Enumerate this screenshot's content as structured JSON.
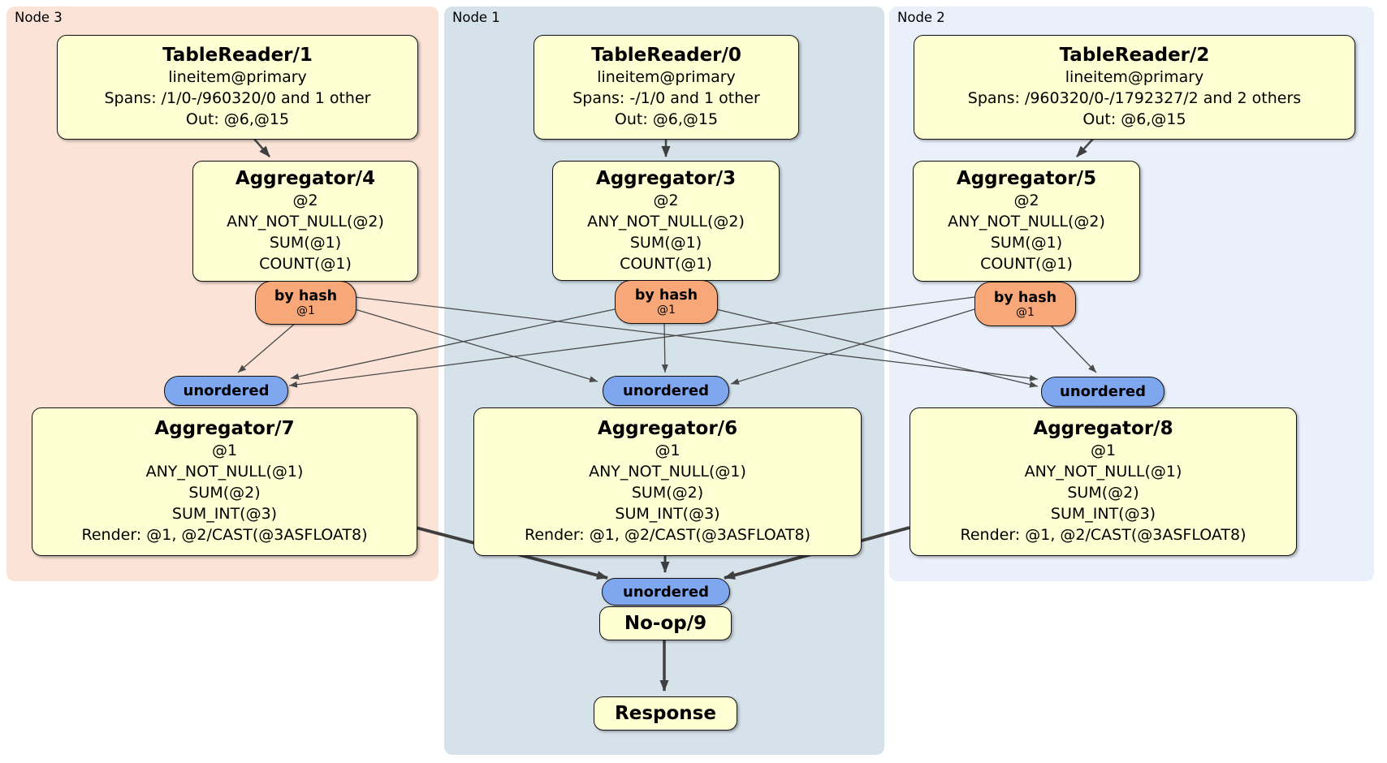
{
  "regions": {
    "node3": {
      "label": "Node 3"
    },
    "node1": {
      "label": "Node 1"
    },
    "node2": {
      "label": "Node 2"
    }
  },
  "processors": {
    "tr1": {
      "title": "TableReader/1",
      "lines": [
        "lineitem@primary",
        "Spans: /1/0-/960320/0 and 1 other",
        "Out: @6,@15"
      ]
    },
    "tr0": {
      "title": "TableReader/0",
      "lines": [
        "lineitem@primary",
        "Spans: -/1/0 and 1 other",
        "Out: @6,@15"
      ]
    },
    "tr2": {
      "title": "TableReader/2",
      "lines": [
        "lineitem@primary",
        "Spans: /960320/0-/1792327/2 and 2 others",
        "Out: @6,@15"
      ]
    },
    "agg4": {
      "title": "Aggregator/4",
      "lines": [
        "@2",
        "ANY_NOT_NULL(@2)",
        "SUM(@1)",
        "COUNT(@1)"
      ]
    },
    "agg3": {
      "title": "Aggregator/3",
      "lines": [
        "@2",
        "ANY_NOT_NULL(@2)",
        "SUM(@1)",
        "COUNT(@1)"
      ]
    },
    "agg5": {
      "title": "Aggregator/5",
      "lines": [
        "@2",
        "ANY_NOT_NULL(@2)",
        "SUM(@1)",
        "COUNT(@1)"
      ]
    },
    "agg7": {
      "title": "Aggregator/7",
      "lines": [
        "@1",
        "ANY_NOT_NULL(@1)",
        "SUM(@2)",
        "SUM_INT(@3)",
        "Render: @1, @2/CAST(@3ASFLOAT8)"
      ]
    },
    "agg6": {
      "title": "Aggregator/6",
      "lines": [
        "@1",
        "ANY_NOT_NULL(@1)",
        "SUM(@2)",
        "SUM_INT(@3)",
        "Render: @1, @2/CAST(@3ASFLOAT8)"
      ]
    },
    "agg8": {
      "title": "Aggregator/8",
      "lines": [
        "@1",
        "ANY_NOT_NULL(@1)",
        "SUM(@2)",
        "SUM_INT(@3)",
        "Render: @1, @2/CAST(@3ASFLOAT8)"
      ]
    },
    "noop": {
      "title": "No-op/9"
    },
    "resp": {
      "title": "Response"
    }
  },
  "routers": {
    "rt4": {
      "label": "by hash",
      "detail": "@1"
    },
    "rt3": {
      "label": "by hash",
      "detail": "@1"
    },
    "rt5": {
      "label": "by hash",
      "detail": "@1"
    }
  },
  "syncs": {
    "sy7": {
      "label": "unordered"
    },
    "sy6": {
      "label": "unordered"
    },
    "sy8": {
      "label": "unordered"
    },
    "sy9": {
      "label": "unordered"
    }
  },
  "colors": {
    "node3_bg": "#fbe3d7",
    "node1_bg": "#d6e2ea",
    "node2_bg": "#eaf0fa",
    "processor_fill": "#feffd2",
    "router_fill": "#f8a878",
    "sync_fill": "#7ea7f0",
    "edge": "#4a4a4a",
    "border": "#111111"
  }
}
